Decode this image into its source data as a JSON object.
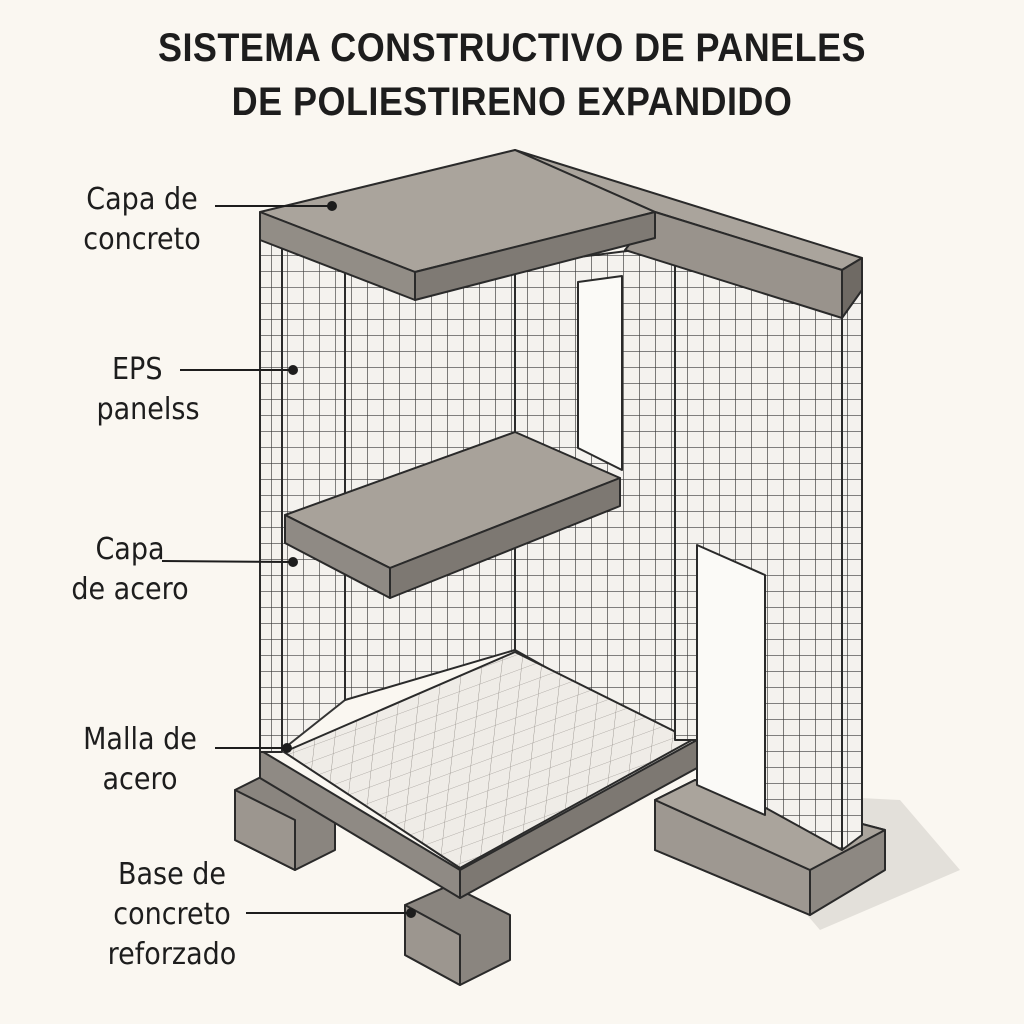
{
  "title": {
    "line1": "SISTEMA CONSTRUCTIVO DE PANELES",
    "line2": "DE POLIESTIRENO EXPANDIDO"
  },
  "labels": [
    {
      "line1": "Capa de",
      "line2": "concreto"
    },
    {
      "line1": "EPS",
      "line2": "panelss"
    },
    {
      "line1": "Capa",
      "line2": "de acero"
    },
    {
      "line1": "Malla de",
      "line2": "acero"
    },
    {
      "line1": "Base de",
      "line2": "concreto",
      "line3": "reforzado"
    }
  ],
  "colors": {
    "background": "#faf7f1",
    "concrete": "#a49e96",
    "concrete_dark": "#7d7872",
    "panel": "#f2f0ec",
    "grid": "#3a3a3a"
  }
}
